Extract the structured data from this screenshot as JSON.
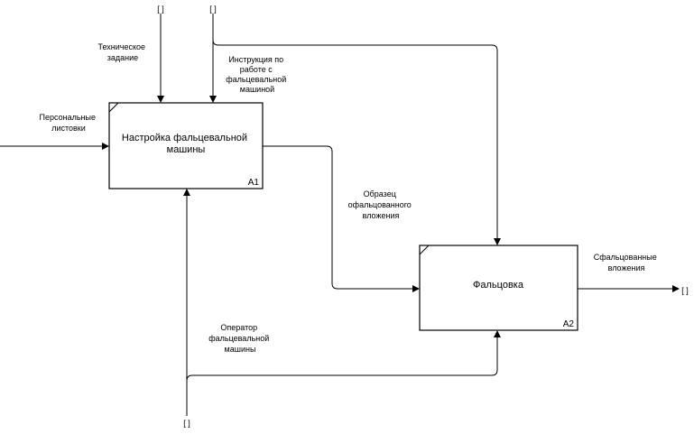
{
  "boxes": [
    {
      "id": "a1",
      "title_lines": [
        "Настройка фальцевальной",
        "машины"
      ],
      "number": "A1"
    },
    {
      "id": "a2",
      "title_lines": [
        "Фальцовка"
      ],
      "number": "A2"
    }
  ],
  "arrows": {
    "input_personal_leaflets": [
      "Персональные",
      "листовки"
    ],
    "control_tech_spec": [
      "Техническое",
      "задание"
    ],
    "control_instruction": [
      "Инструкция по",
      "работе с",
      "фальцевальной",
      "машиной"
    ],
    "flow_sample": [
      "Образец",
      "офальцованного",
      "вложения"
    ],
    "output_folded": [
      "Сфальцованные",
      "вложения"
    ],
    "mechanism_operator": [
      "Оператор",
      "фальцевальной",
      "машины"
    ]
  },
  "tunnel_glyph": "[ ]"
}
